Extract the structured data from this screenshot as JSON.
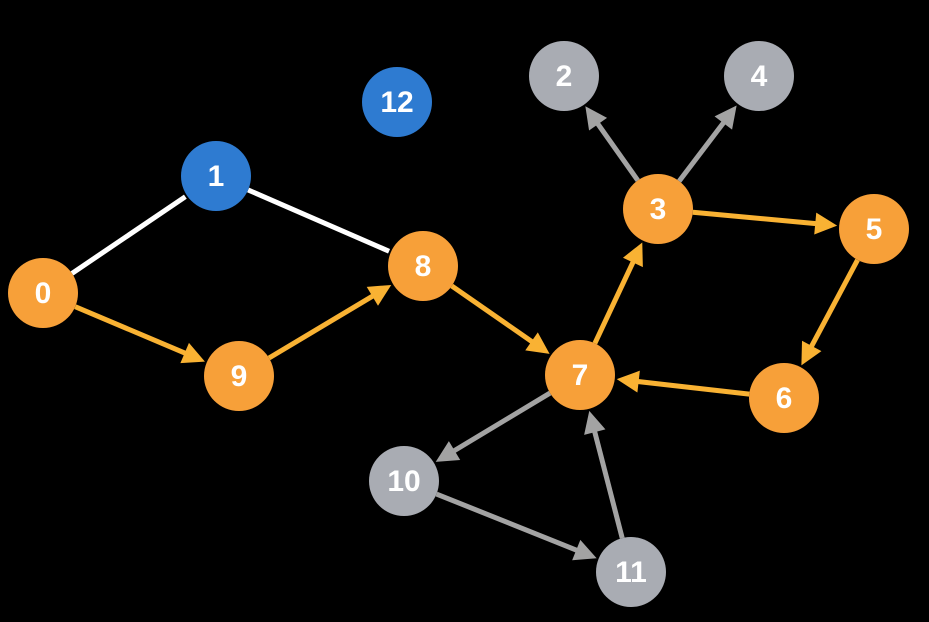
{
  "graph": {
    "colors": {
      "background": "#000000",
      "orange": "#f7a039",
      "blue": "#2e7bd1",
      "gray": "#a9acb3",
      "edge_orange": "#f9b233",
      "edge_gray": "#a3a3a3",
      "edge_white": "#ffffff",
      "label": "#ffffff"
    },
    "nodes": [
      {
        "id": "0",
        "label": "0",
        "color": "orange"
      },
      {
        "id": "1",
        "label": "1",
        "color": "blue"
      },
      {
        "id": "2",
        "label": "2",
        "color": "gray"
      },
      {
        "id": "3",
        "label": "3",
        "color": "orange"
      },
      {
        "id": "4",
        "label": "4",
        "color": "gray"
      },
      {
        "id": "5",
        "label": "5",
        "color": "orange"
      },
      {
        "id": "6",
        "label": "6",
        "color": "orange"
      },
      {
        "id": "7",
        "label": "7",
        "color": "orange"
      },
      {
        "id": "8",
        "label": "8",
        "color": "orange"
      },
      {
        "id": "9",
        "label": "9",
        "color": "orange"
      },
      {
        "id": "10",
        "label": "10",
        "color": "gray"
      },
      {
        "id": "11",
        "label": "11",
        "color": "gray"
      },
      {
        "id": "12",
        "label": "12",
        "color": "blue"
      }
    ],
    "edges": [
      {
        "from": "0",
        "to": "1",
        "color": "edge_white",
        "directed": false
      },
      {
        "from": "1",
        "to": "8",
        "color": "edge_white",
        "directed": false
      },
      {
        "from": "0",
        "to": "9",
        "color": "edge_orange",
        "directed": true
      },
      {
        "from": "9",
        "to": "8",
        "color": "edge_orange",
        "directed": true
      },
      {
        "from": "8",
        "to": "7",
        "color": "edge_orange",
        "directed": true
      },
      {
        "from": "7",
        "to": "3",
        "color": "edge_orange",
        "directed": true
      },
      {
        "from": "3",
        "to": "5",
        "color": "edge_orange",
        "directed": true
      },
      {
        "from": "5",
        "to": "6",
        "color": "edge_orange",
        "directed": true
      },
      {
        "from": "6",
        "to": "7",
        "color": "edge_orange",
        "directed": true
      },
      {
        "from": "3",
        "to": "2",
        "color": "edge_gray",
        "directed": true
      },
      {
        "from": "3",
        "to": "4",
        "color": "edge_gray",
        "directed": true
      },
      {
        "from": "7",
        "to": "10",
        "color": "edge_gray",
        "directed": true
      },
      {
        "from": "10",
        "to": "11",
        "color": "edge_gray",
        "directed": true
      },
      {
        "from": "11",
        "to": "7",
        "color": "edge_gray",
        "directed": true
      }
    ]
  }
}
